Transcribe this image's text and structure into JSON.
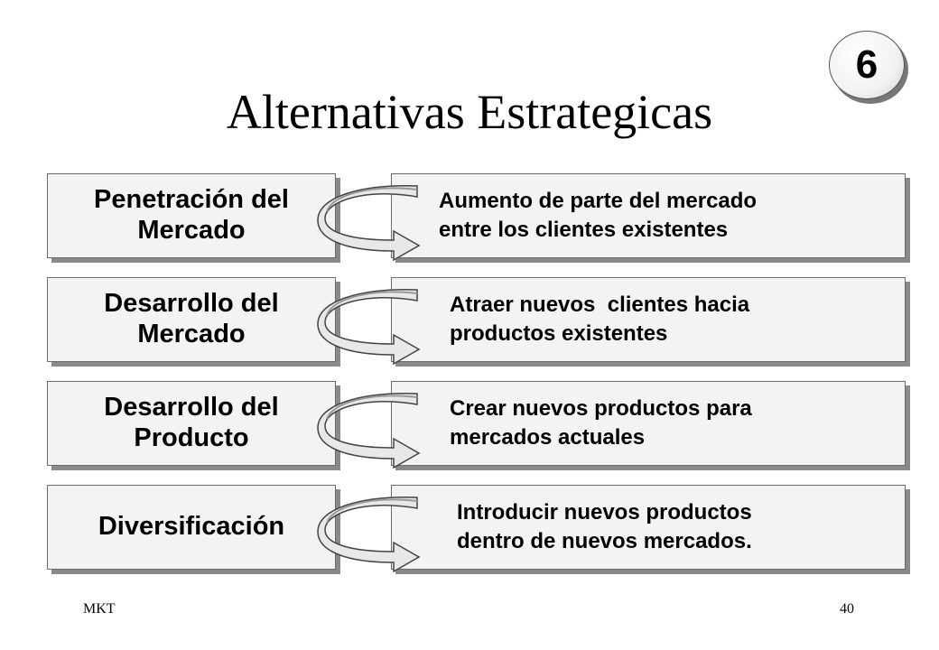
{
  "slide": {
    "title": "Alternativas Estrategicas",
    "badge": "6",
    "rows": [
      {
        "strategy_line1": "Penetración del",
        "strategy_line2": "Mercado",
        "description_line1": "Aumento de parte del mercado",
        "description_line2": "entre los clientes existentes"
      },
      {
        "strategy_line1": "Desarrollo del",
        "strategy_line2": "Mercado",
        "description_line1": "Atraer nuevos  clientes hacia",
        "description_line2": "productos existentes"
      },
      {
        "strategy_line1": "Desarrollo del",
        "strategy_line2": "Producto",
        "description_line1": "Crear nuevos productos para",
        "description_line2": "mercados actuales"
      },
      {
        "strategy_line1": "Diversificación",
        "strategy_line2": "",
        "description_line1": "Introducir nuevos productos",
        "description_line2": "dentro de nuevos mercados."
      }
    ],
    "footer_left": "MKT",
    "footer_right": "40"
  }
}
